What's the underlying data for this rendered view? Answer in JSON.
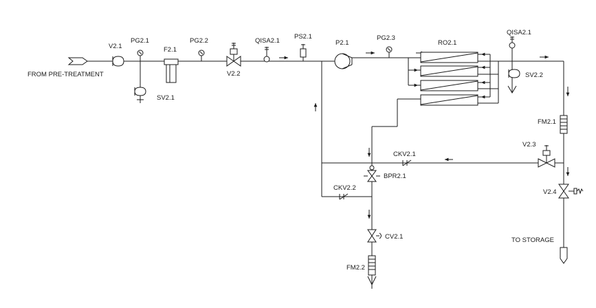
{
  "colors": {
    "line": "#1a1a1a",
    "background": "#ffffff"
  },
  "labels": {
    "source": "FROM PRE-TREATMENT",
    "destination": "TO STORAGE",
    "v21": "V2.1",
    "pg21": "PG2.1",
    "sv21": "SV2.1",
    "f21": "F2.1",
    "pg22": "PG2.2",
    "v22": "V2.2",
    "qisa21_in": "QISA2.1",
    "ps21": "PS2.1",
    "p21": "P2.1",
    "pg23": "PG2.3",
    "ro21": "RO2.1",
    "qisa21_out": "QISA2.1",
    "sv22": "SV2.2",
    "fm21": "FM2.1",
    "v23": "V2.3",
    "ckv21": "CKV2.1",
    "bpr21": "BPR2.1",
    "ckv22": "CKV2.2",
    "v24": "V2.4",
    "cv21": "CV2.1",
    "fm22": "FM2.2"
  },
  "icons": [
    "inlet-connector-icon",
    "gate-valve-icon",
    "pressure-gauge-icon",
    "solenoid-valve-icon",
    "cartridge-filter-icon",
    "motor-valve-icon",
    "conductivity-sensor-icon",
    "pressure-switch-icon",
    "centrifugal-pump-icon",
    "ro-membrane-icon",
    "flowmeter-icon",
    "check-valve-icon",
    "back-pressure-regulator-icon",
    "control-valve-icon",
    "three-way-valve-icon",
    "drain-icon"
  ]
}
